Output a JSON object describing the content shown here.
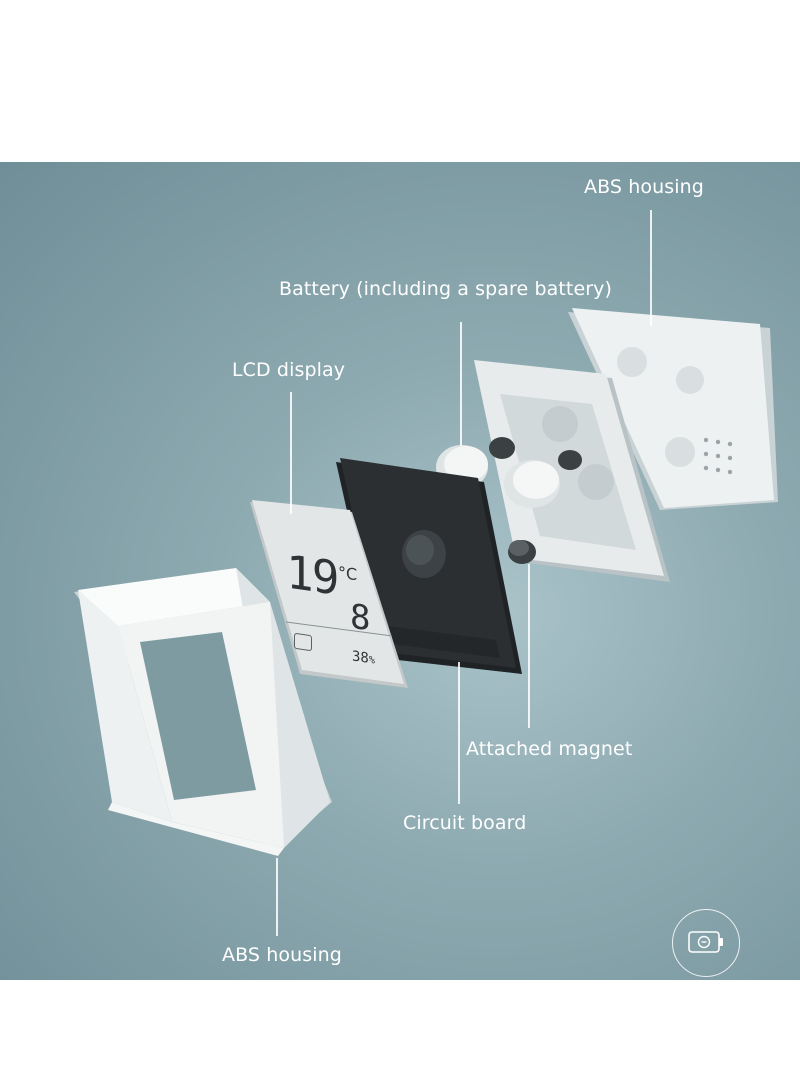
{
  "labels": {
    "abs_housing_top": "ABS housing",
    "battery": "Battery (including a spare battery)",
    "lcd_display": "LCD display",
    "attached_magnet": "Attached magnet",
    "circuit_board": "Circuit board",
    "abs_housing_bottom": "ABS housing"
  },
  "lcd": {
    "temperature": "19",
    "temperature_unit": "°C",
    "temperature_decimal": "8",
    "humidity": "38",
    "humidity_unit": "%"
  },
  "badge": {
    "icon": "battery-icon"
  },
  "colors": {
    "background": "#8eaab1",
    "label": "#ffffff",
    "circuit_board": "#2b2f32",
    "housing": "#f1f3f3"
  }
}
